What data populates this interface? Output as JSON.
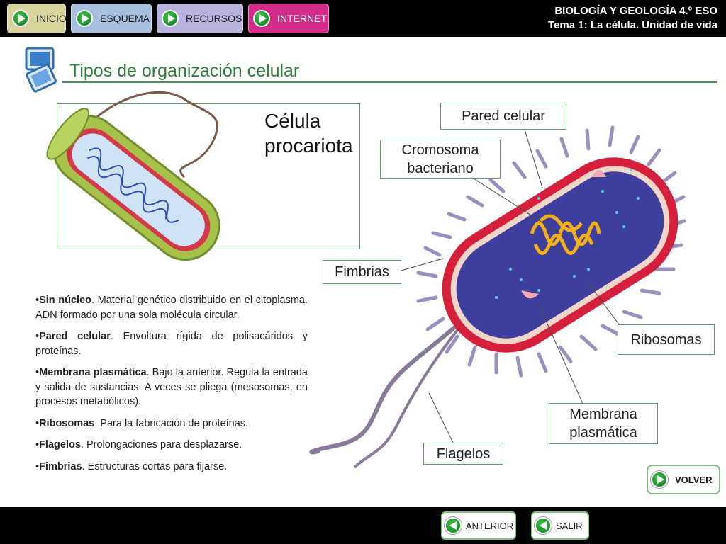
{
  "nav": {
    "inicio": "INICIO",
    "esquema": "ESQUEMA",
    "recursos": "RECURSOS",
    "internet": "INTERNET"
  },
  "header": {
    "course": "BIOLOGÍA Y GEOLOGÍA 4.º ESO",
    "topic": "Tema 1: La célula. Unidad de vida"
  },
  "page": {
    "title": "Tipos de organización celular",
    "cell_type_line1": "Célula",
    "cell_type_line2": "procariota"
  },
  "labels": {
    "pared": "Pared celular",
    "cromosoma_1": "Cromosoma",
    "cromosoma_2": "bacteriano",
    "fimbrias": "Fimbrias",
    "ribosomas": "Ribosomas",
    "membrana_1": "Membrana",
    "membrana_2": "plasmática",
    "flagelos": "Flagelos"
  },
  "bullets": [
    {
      "term": "Sin núcleo",
      "text": ". Material genético distribuido en el citoplasma. ADN formado por una sola molécula circular."
    },
    {
      "term": "Pared celular",
      "text": ". Envoltura rígida de polisacáridos y proteínas."
    },
    {
      "term": "Membrana plasmática",
      "text": ". Bajo la anterior. Regula la entrada y salida de sustancias. A veces se pliega (mesosomas, en procesos metabólicos)."
    },
    {
      "term": "Ribosomas",
      "text": ". Para la fabricación de proteínas."
    },
    {
      "term": "Flagelos",
      "text": ". Prolongaciones para desplazarse."
    },
    {
      "term": "Fimbrias",
      "text": ". Estructuras cortas para fijarse."
    }
  ],
  "buttons": {
    "volver": "VOLVER",
    "anterior": "ANTERIOR",
    "salir": "SALIR"
  },
  "colors": {
    "accent_green": "#2e7d38",
    "inicio_bg": "#d9d49b",
    "esquema_bg": "#a9bfe0",
    "recursos_bg": "#b7b3dc",
    "internet_bg": "#d42b8c"
  }
}
